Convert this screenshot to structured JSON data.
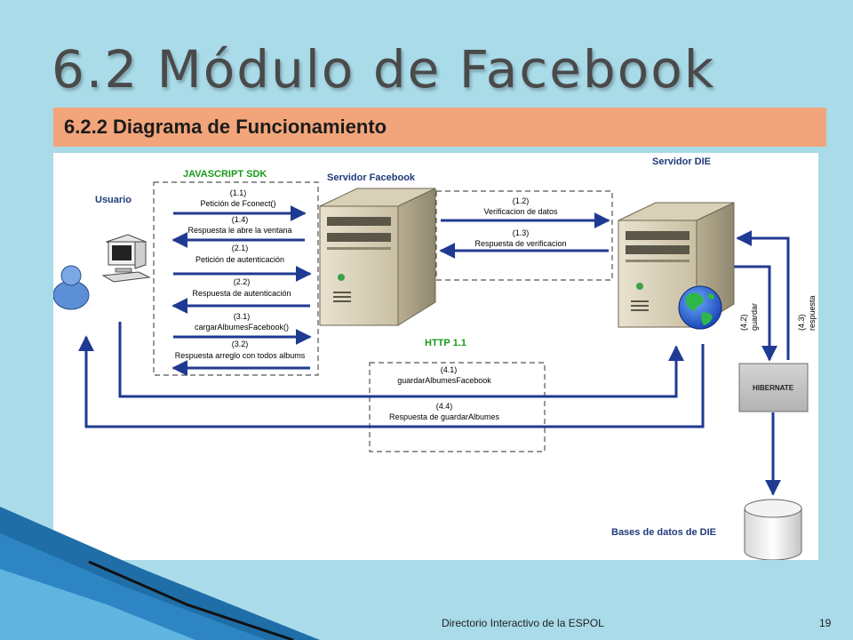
{
  "slide": {
    "title": "6.2 Módulo de Facebook",
    "subtitle": "6.2.2 Diagrama de Funcionamiento",
    "footer": "Directorio Interactivo de la ESPOL",
    "page_number": "19"
  },
  "diagram": {
    "nodes": {
      "usuario": "Usuario",
      "servidor_facebook": "Servidor Facebook",
      "servidor_die": "Servidor DIE",
      "hibernate": "HIBERNATE",
      "bases_de_datos": "Bases de datos de DIE"
    },
    "groups": {
      "javascript_sdk": "JAVASCRIPT SDK",
      "http": "HTTP 1.1"
    },
    "messages": {
      "m1_1_num": "(1.1)",
      "m1_1_text": "Petición de Fconect()",
      "m1_4_num": "(1.4)",
      "m1_4_text": "Respuesta le abre la ventana",
      "m2_1_num": "(2.1)",
      "m2_1_text": "Petición de autenticación",
      "m2_2_num": "(2.2)",
      "m2_2_text": "Respuesta de autenticación",
      "m3_1_num": "(3.1)",
      "m3_1_text": "cargarAlbumesFacebook()",
      "m3_2_num": "(3.2)",
      "m3_2_text": "Respuesta arreglo con todos albums",
      "m1_2_num": "(1.2)",
      "m1_2_text": "Verificacion de datos",
      "m1_3_num": "(1.3)",
      "m1_3_text": "Respuesta de verificacion",
      "m4_1_num": "(4.1)",
      "m4_1_text": "guardarAlbumesFacebook",
      "m4_4_num": "(4.4)",
      "m4_4_text": "Respuesta de guardarAlbumes",
      "m4_2_num": "(4.2)",
      "m4_2_text": "guardar",
      "m4_3_num": "(4.3)",
      "m4_3_text": "respuesta"
    }
  },
  "colors": {
    "background": "#a9dbe9",
    "subtitle_bar": "#f2a57a",
    "arrow_blue": "#1f3a93",
    "sdk_label_green": "#1a9a1a",
    "node_label_blue": "#1f3a7a"
  }
}
